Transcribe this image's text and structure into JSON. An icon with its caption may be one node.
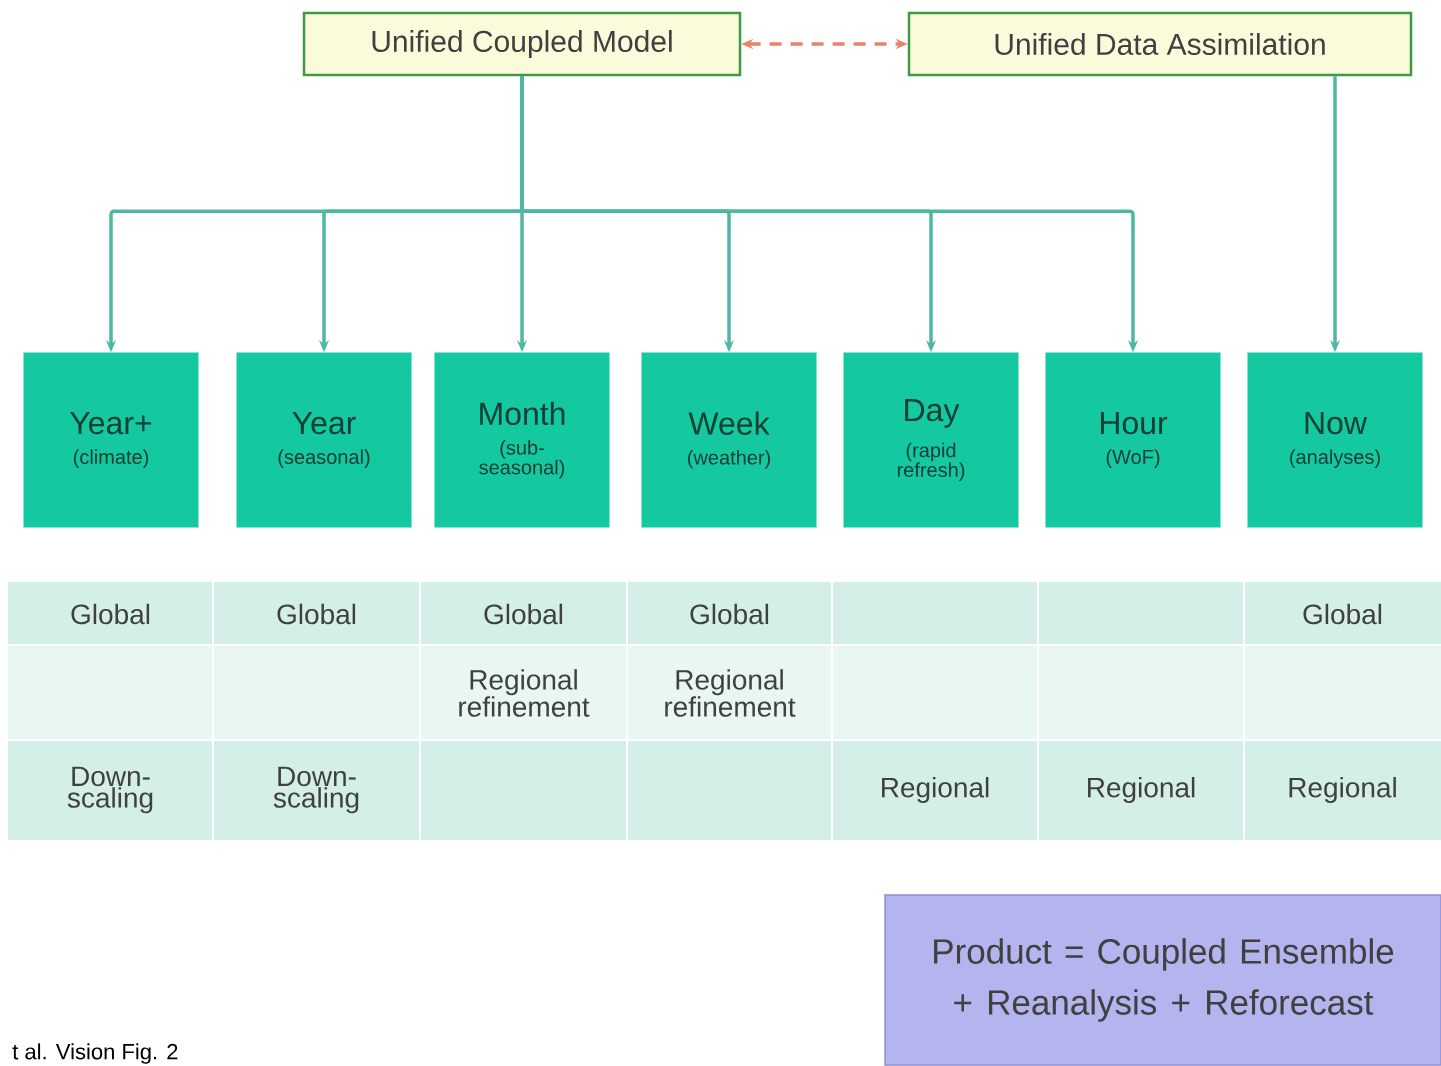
{
  "diagram": {
    "nodes": [
      {
        "text": [
          "Unified Coupled Model"
        ]
      },
      {
        "text": [
          "Unified Data Assimilation"
        ]
      },
      {
        "text": [
          "Year+",
          "(climate)"
        ]
      },
      {
        "text": [
          "Year",
          "(seasonal)"
        ]
      },
      {
        "text": [
          "Month",
          "(sub-seasonal)"
        ]
      },
      {
        "text": [
          "Week",
          "(weather)"
        ]
      },
      {
        "text": [
          "Day",
          "(rapid refresh)"
        ]
      },
      {
        "text": [
          "Hour",
          "(WoF)"
        ]
      },
      {
        "text": [
          "Now",
          "(analyses)"
        ]
      },
      {
        "text": [
          "Product = Coupled Ensemble + Reanalysis + Reforecast"
        ]
      }
    ],
    "edges": [
      {
        "from": 0,
        "to": 1,
        "arrow": "both",
        "style": "dashed",
        "color": "#e8826a"
      },
      {
        "from": 0,
        "to": 2,
        "arrow": "to"
      },
      {
        "from": 0,
        "to": 3,
        "arrow": "to"
      },
      {
        "from": 0,
        "to": 4,
        "arrow": "to"
      },
      {
        "from": 0,
        "to": 5,
        "arrow": "to"
      },
      {
        "from": 0,
        "to": 6,
        "arrow": "to"
      },
      {
        "from": 0,
        "to": 7,
        "arrow": "to"
      },
      {
        "from": 1,
        "to": 8,
        "arrow": "to"
      }
    ],
    "labels": [
      "Global",
      "Global",
      "Global",
      "Global",
      "Global",
      "Regional refinement",
      "Regional refinement",
      "Down-scaling",
      "Down-scaling",
      "Regional",
      "Regional",
      "Regional",
      "t al. Vision Fig. 2"
    ]
  }
}
